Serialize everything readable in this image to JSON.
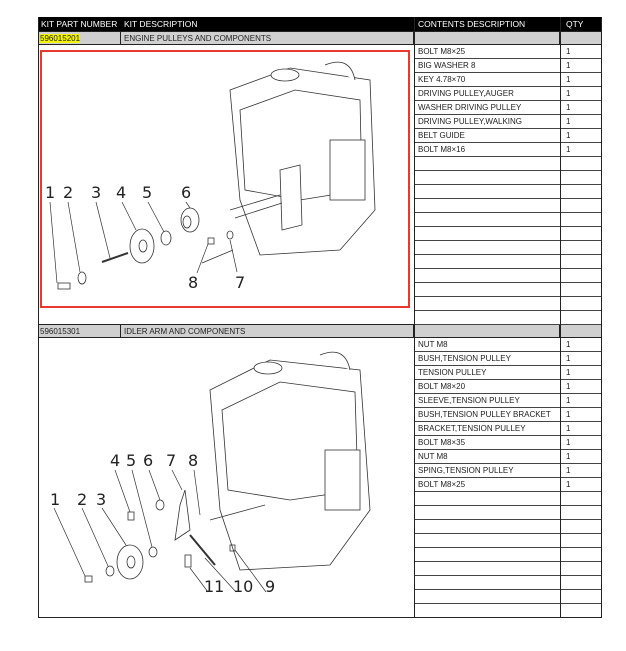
{
  "header": {
    "kit_part_number": "KIT PART NUMBER",
    "kit_description": "KIT DESCRIPTION",
    "contents_description": "CONTENTS DESCRIPTION",
    "qty": "QTY"
  },
  "kits": [
    {
      "part_number": "596015201",
      "description": "ENGINE PULLEYS AND COMPONENTS",
      "highlighted": true,
      "items": [
        {
          "d": "BOLT M8×25",
          "q": "1"
        },
        {
          "d": "BIG WASHER 8",
          "q": "1"
        },
        {
          "d": "KEY 4.78×70",
          "q": "1"
        },
        {
          "d": "DRIVING PULLEY,AUGER",
          "q": "1"
        },
        {
          "d": "WASHER DRIVING PULLEY",
          "q": "1"
        },
        {
          "d": "DRIVING PULLEY,WALKING",
          "q": "1"
        },
        {
          "d": "BELT GUIDE",
          "q": "1"
        },
        {
          "d": "BOLT M8×16",
          "q": "1"
        }
      ],
      "callouts": [
        "1",
        "2",
        "3",
        "4",
        "5",
        "6",
        "7",
        "8"
      ]
    },
    {
      "part_number": "596015301",
      "description": "IDLER ARM AND COMPONENTS",
      "highlighted": false,
      "items": [
        {
          "d": "NUT M8",
          "q": "1"
        },
        {
          "d": "BUSH,TENSION PULLEY",
          "q": "1"
        },
        {
          "d": "TENSION PULLEY",
          "q": "1"
        },
        {
          "d": "BOLT M8×20",
          "q": "1"
        },
        {
          "d": "SLEEVE,TENSION PULLEY",
          "q": "1"
        },
        {
          "d": "BUSH,TENSION PULLEY BRACKET",
          "q": "1"
        },
        {
          "d": "BRACKET,TENSION PULLEY",
          "q": "1"
        },
        {
          "d": "BOLT M8×35",
          "q": "1"
        },
        {
          "d": "NUT M8",
          "q": "1"
        },
        {
          "d": "SPING,TENSION PULLEY",
          "q": "1"
        },
        {
          "d": "BOLT M8×25",
          "q": "1"
        }
      ],
      "callouts": [
        "1",
        "2",
        "3",
        "4",
        "5",
        "6",
        "7",
        "8",
        "9",
        "10",
        "11"
      ]
    }
  ],
  "colors": {
    "highlight": "#f2f20a",
    "selection_box": "#e8382f",
    "kit_row": "#d0d0d0"
  }
}
